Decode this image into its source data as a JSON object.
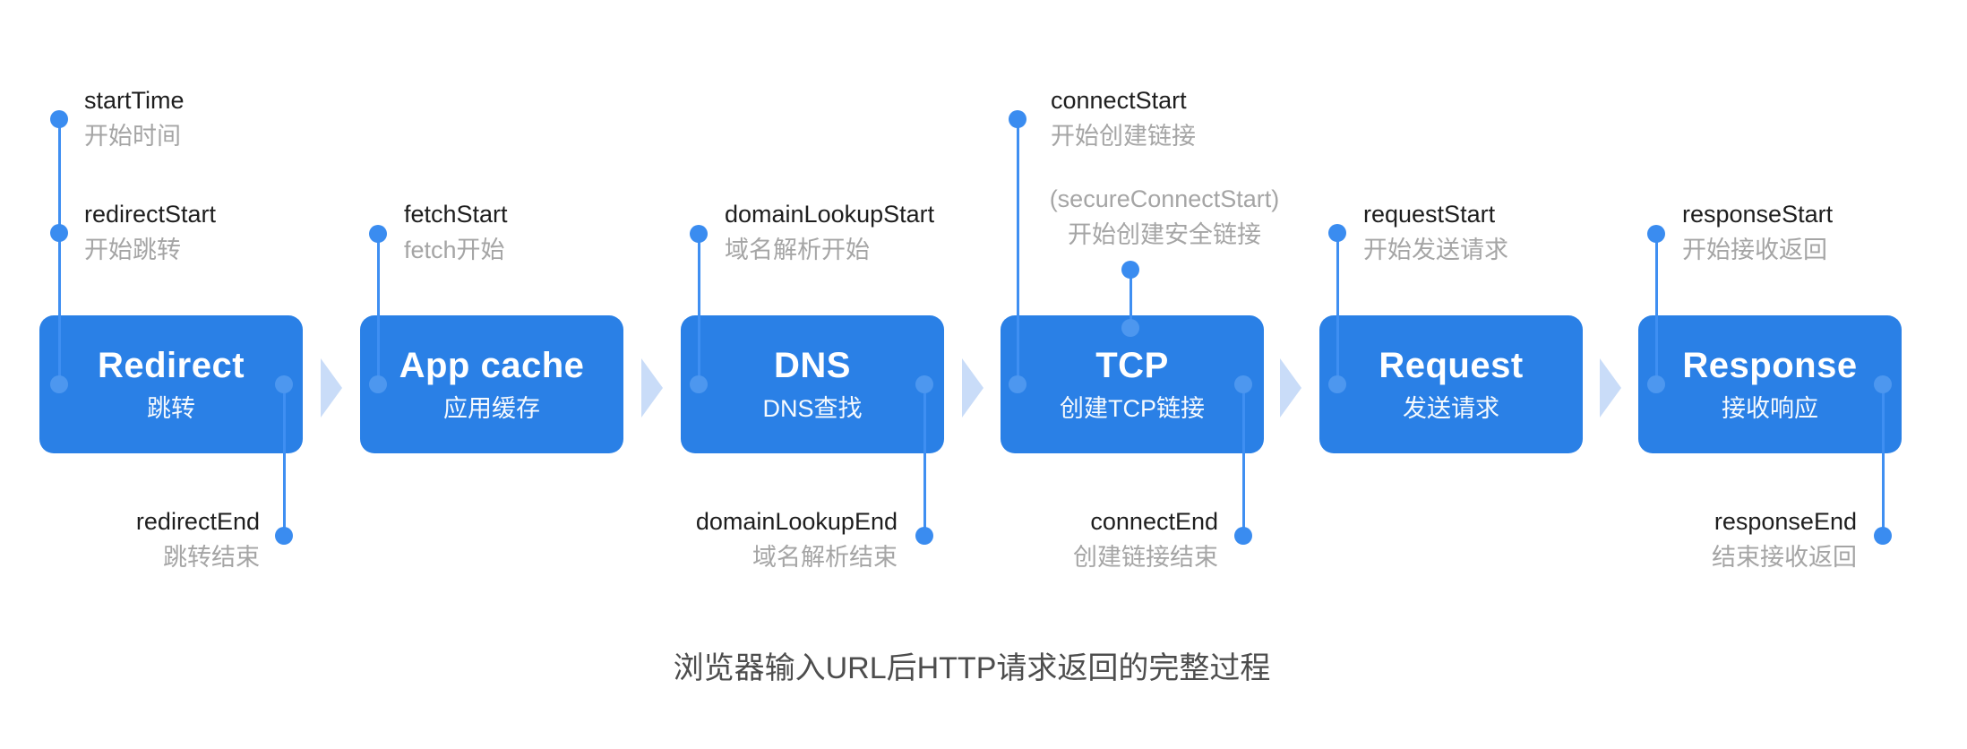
{
  "diagram": {
    "caption": "浏览器输入URL后HTTP请求返回的完整过程",
    "stages": [
      {
        "title": "Redirect",
        "subtitle": "跳转"
      },
      {
        "title": "App cache",
        "subtitle": "应用缓存"
      },
      {
        "title": "DNS",
        "subtitle": "DNS查找"
      },
      {
        "title": "TCP",
        "subtitle": "创建TCP链接"
      },
      {
        "title": "Request",
        "subtitle": "发送请求"
      },
      {
        "title": "Response",
        "subtitle": "接收响应"
      }
    ],
    "markers": [
      {
        "en": "startTime",
        "zh": "开始时间"
      },
      {
        "en": "redirectStart",
        "zh": "开始跳转"
      },
      {
        "en": "redirectEnd",
        "zh": "跳转结束"
      },
      {
        "en": "fetchStart",
        "zh": "fetch开始"
      },
      {
        "en": "domainLookupStart",
        "zh": "域名解析开始"
      },
      {
        "en": "domainLookupEnd",
        "zh": "域名解析结束"
      },
      {
        "en": "connectStart",
        "zh": "开始创建链接"
      },
      {
        "en": "(secureConnectStart)",
        "zh": "开始创建安全链接"
      },
      {
        "en": "connectEnd",
        "zh": "创建链接结束"
      },
      {
        "en": "requestStart",
        "zh": "开始发送请求"
      },
      {
        "en": "responseStart",
        "zh": "开始接收返回"
      },
      {
        "en": "responseEnd",
        "zh": "结束接收返回"
      }
    ],
    "colors": {
      "stage_box": "#2a80e6",
      "connector_line": "#3f8ff2",
      "dot_on_white": "#3a8cf0",
      "dot_on_box": "#4d97ef",
      "flow_arrow": "#c9dcf8",
      "label_en": "#1e1e1e",
      "label_zh": "#a5a5a5",
      "caption_text": "#4d4d4d"
    }
  }
}
